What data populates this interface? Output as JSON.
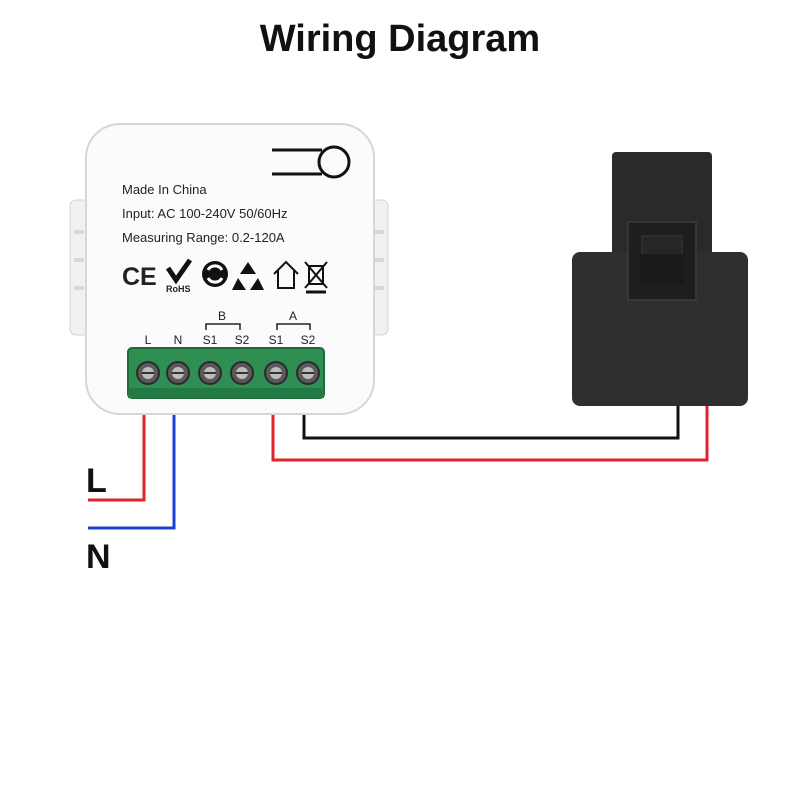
{
  "title": "Wiring Diagram",
  "device": {
    "made_in": "Made In China",
    "input": "Input: AC 100-240V 50/60Hz",
    "range": "Measuring Range: 0.2-120A",
    "certs": [
      "CE",
      "RoHS"
    ],
    "groups": [
      "B",
      "A"
    ],
    "terminals": [
      "L",
      "N",
      "S1",
      "S2",
      "S1",
      "S2"
    ],
    "terminal_color": "#2f8f52"
  },
  "legend": {
    "line": "L",
    "neutral": "N"
  },
  "colors": {
    "live": "#e0232a",
    "neutral": "#1f3fd0",
    "signal": "#111111",
    "clamp": "#2a2a2a"
  },
  "icons": [
    "ce-mark-icon",
    "rohs-check-icon",
    "green-dot-icon",
    "recycle-icon",
    "house-icon",
    "weee-bin-icon"
  ]
}
